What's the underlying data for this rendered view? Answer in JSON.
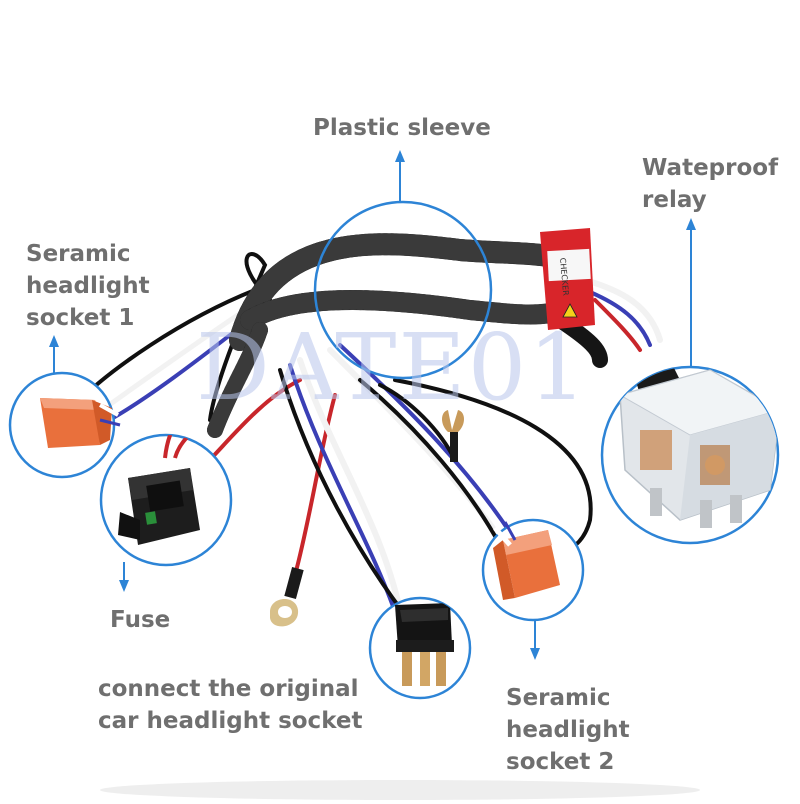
{
  "watermark": "DATE01",
  "relay_sticker": "CHECKER",
  "labels": {
    "plastic_sleeve": [
      "Plastic sleeve"
    ],
    "waterproof_relay": [
      "Wateproof",
      "relay"
    ],
    "socket1": [
      "Seramic",
      "headlight",
      "socket 1"
    ],
    "fuse": [
      "Fuse"
    ],
    "original_socket": [
      "connect the original",
      "car headlight socket"
    ],
    "socket2": [
      "Seramic",
      "headlight",
      "socket 2"
    ]
  },
  "colors": {
    "callout": "#2d84d6",
    "label_text": "#6f6f6f",
    "loom": "#151515",
    "ceramic": "#e9703c",
    "wire_white": "#f5f5f5",
    "wire_blue": "#3a3fb5",
    "wire_red": "#c8262b",
    "wire_black": "#101010",
    "relay_band": "#d8252a",
    "relay_body": "#e2e6ea",
    "terminal": "#c89a5a"
  }
}
